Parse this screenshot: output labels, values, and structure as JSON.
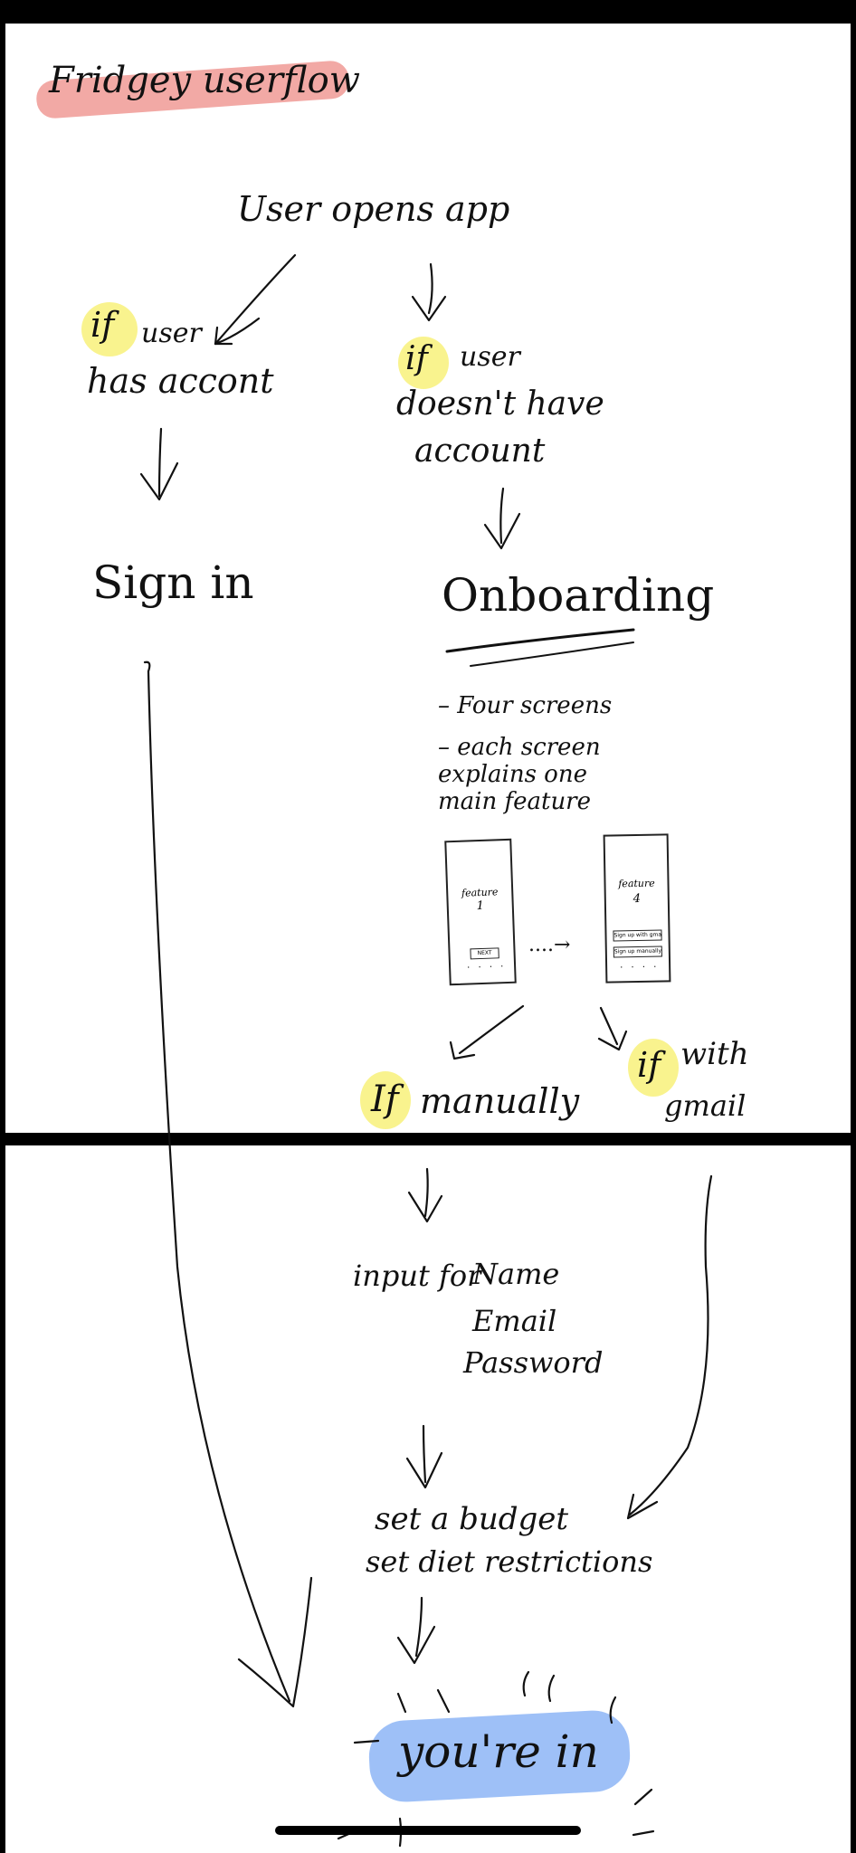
{
  "title": "Fridgey userflow",
  "start": "User opens app",
  "branch_has_account": {
    "prefix": "if",
    "line1": "user",
    "line2": "has accont"
  },
  "branch_no_account": {
    "prefix": "if",
    "line1": "user",
    "line2": "doesn't have",
    "line3": "account"
  },
  "sign_in": "Sign in",
  "onboarding": {
    "title": "Onboarding",
    "bullets": [
      "Four screens",
      "each screen explains one main feature"
    ],
    "screens": [
      {
        "label": "feature",
        "number": "1",
        "button": "NEXT"
      },
      {
        "label": "feature",
        "number": "4",
        "buttons": [
          "Sign up with gmail",
          "Sign up manually"
        ]
      }
    ],
    "ellipsis": "· · · ·",
    "continuation": "....→"
  },
  "branch_manual": {
    "prefix": "If",
    "text": "manually"
  },
  "branch_gmail": {
    "prefix": "if",
    "line1": "with",
    "line2": "gmail"
  },
  "inputs": {
    "lead": "input for",
    "fields": [
      "Name",
      "Email",
      "Password"
    ]
  },
  "setup": [
    "set a budget",
    "set diet restrictions"
  ],
  "final": "you're in",
  "colors": {
    "highlight_yellow": "#f8f17a",
    "highlight_pink": "#f2a9a5",
    "highlight_blue": "#9ec0f7",
    "ink": "#111111",
    "divider": "#000000"
  }
}
